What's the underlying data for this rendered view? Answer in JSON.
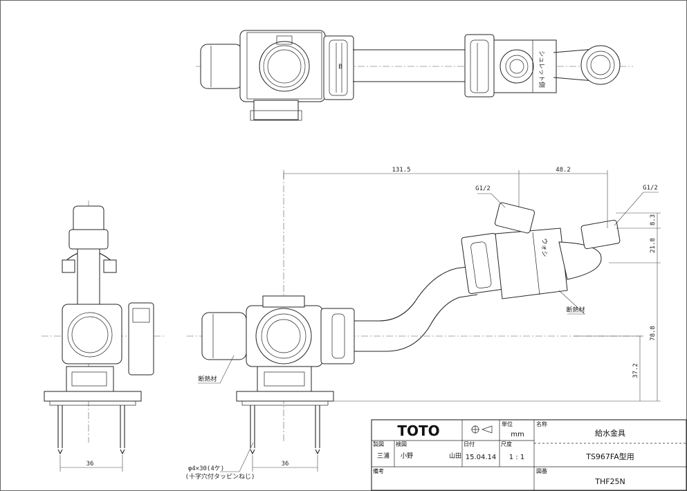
{
  "drawing": {
    "top_view": {
      "label_b": "B",
      "vertical_text": "シュレット側"
    },
    "front_view": {
      "vertical_text": "ウォシ"
    },
    "dimensions": {
      "d_131_5": "131.5",
      "d_48_2": "48.2",
      "d_8_3": "8.3",
      "d_21_8": "21.8",
      "d_78_8": "78.8",
      "d_37_2": "37.2",
      "d_36_left": "36",
      "d_36_right": "36"
    },
    "annotations": {
      "g1_2_left": "G1/2",
      "g1_2_right": "G1/2",
      "insulation_right": "断熱材",
      "insulation_left": "断熱材",
      "screw_spec": "φ4×30(4ケ)",
      "screw_note": "(十字穴付タッピンねじ)"
    }
  },
  "title_block": {
    "brand": "TOTO",
    "unit_label": "単位",
    "unit_value": "mm",
    "name_label": "名称",
    "name_value": "給水金具",
    "drawn_label": "製図",
    "drawn_value": "三浦",
    "checked_label": "検図",
    "checked_value": "小野",
    "approver_value": "山田",
    "date_label": "日付",
    "date_value": "15.04.14",
    "scale_label": "尺度",
    "scale_value": "1 : 1",
    "model_value": "TS967FA型用",
    "remarks_label": "備考",
    "drawing_no_label": "図番",
    "drawing_no_value": "THF25N"
  }
}
